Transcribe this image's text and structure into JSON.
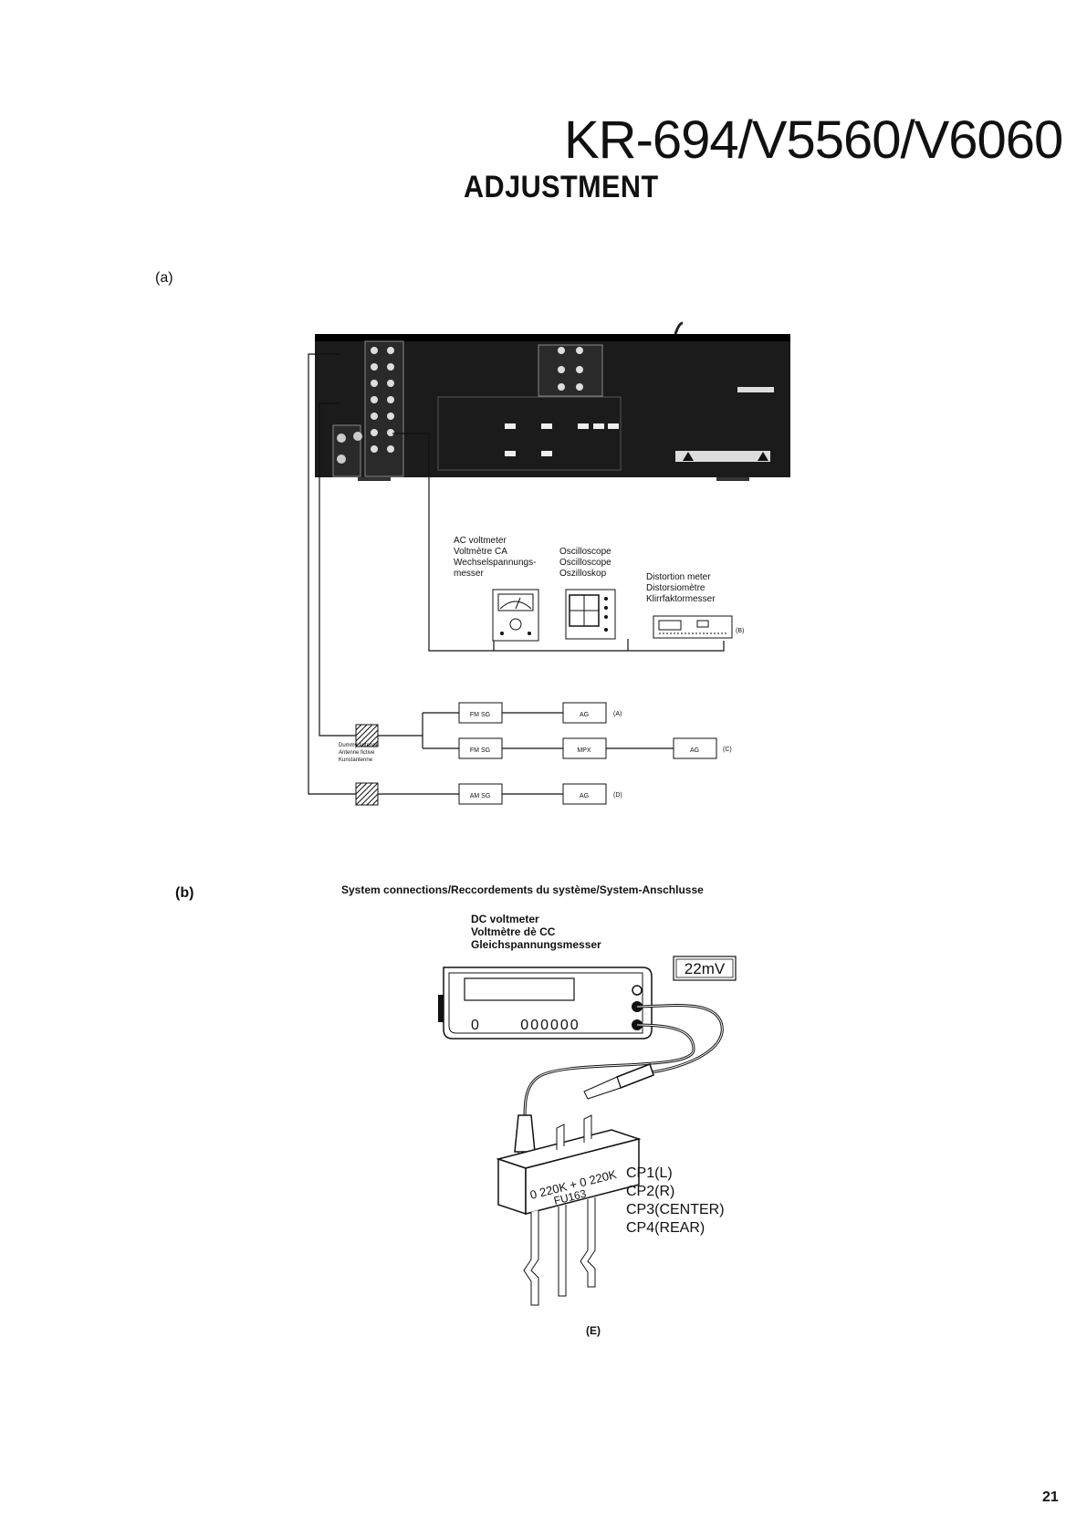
{
  "header": {
    "model": "KR-694/V5560/V6060",
    "section": "ADJUSTMENT"
  },
  "figure_a": {
    "label": "(a)",
    "ac_voltmeter": [
      "AC voltmeter",
      "Voltmètre CA",
      "Wechselspannungs-",
      "messer"
    ],
    "oscilloscope": [
      "Oscilloscope",
      "Oscilloscope",
      "Oszilloskop"
    ],
    "distortion_meter": [
      "Distortion meter",
      "Distorsiomètre",
      "Klirrfaktormesser"
    ],
    "marker_b": "(B)",
    "dummy_antenna": [
      "Dummy antenne",
      "Antenne fictive",
      "Kunstantenne"
    ],
    "blocks": {
      "fm_sg_1": "FM SG",
      "fm_sg_2": "FM SG",
      "am_sg": "AM SG",
      "ag_1": "AG",
      "mpx": "MPX",
      "ag_2": "AG",
      "ag_3": "AG"
    },
    "markers": {
      "a": "(A)",
      "c": "(C)",
      "d": "(D)"
    }
  },
  "figure_b": {
    "label": "(b)",
    "caption": "System connections/Reccordements du système/System-Anschlusse",
    "dc_voltmeter": [
      "DC voltmeter",
      "Voltmètre dè CC",
      "Gleichspannungsmesser"
    ],
    "reading": "22mV",
    "display_left": "0",
    "display_digits": "000000",
    "chip_marking_1": "0 220K + 0 220K",
    "chip_marking_2": "FU163",
    "checkpoints": [
      "CP1(L)",
      "CP2(R)",
      "CP3(CENTER)",
      "CP4(REAR)"
    ],
    "marker_e": "(E)"
  },
  "page_number": "21"
}
